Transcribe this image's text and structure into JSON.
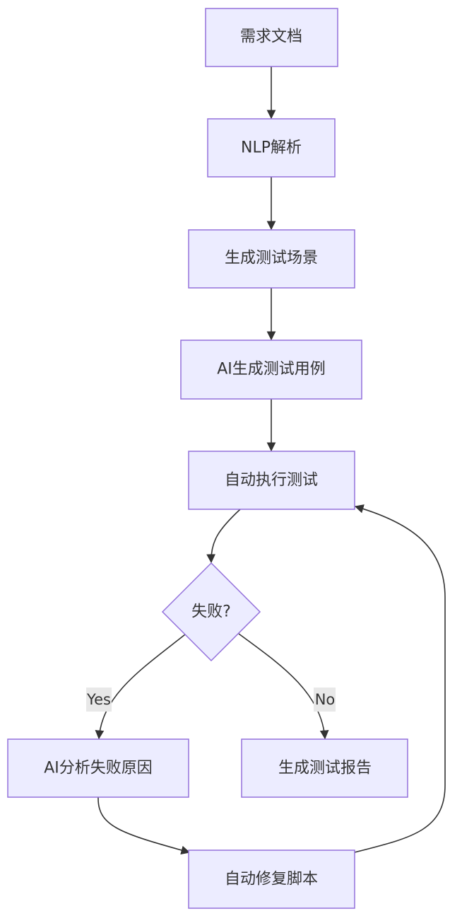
{
  "nodes": {
    "requirements_doc": "需求文档",
    "nlp_parse": "NLP解析",
    "generate_scenarios": "生成测试场景",
    "ai_generate_cases": "AI生成测试用例",
    "auto_execute": "自动执行测试",
    "failed_decision": "失败?",
    "ai_analyze_failure": "AI分析失败原因",
    "generate_report": "生成测试报告",
    "auto_fix_script": "自动修复脚本"
  },
  "edge_labels": {
    "yes": "Yes",
    "no": "No"
  },
  "colors": {
    "node_fill": "#ececff",
    "node_stroke": "#9370db",
    "edge": "#333333",
    "label_bg": "#e8e8e8"
  }
}
